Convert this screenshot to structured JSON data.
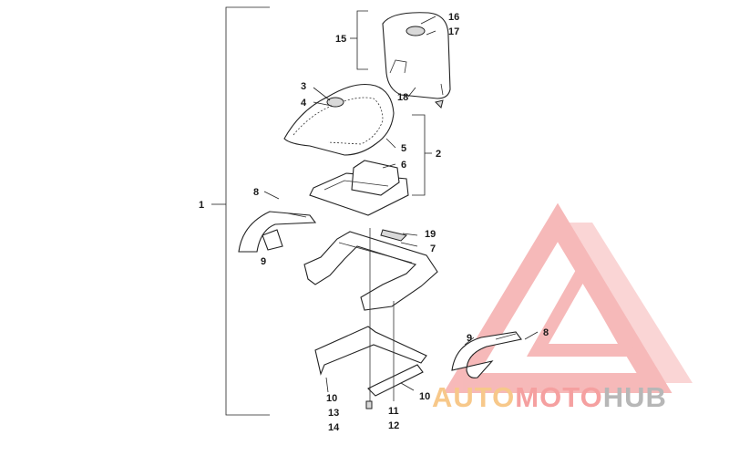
{
  "callouts": [
    {
      "id": "c1",
      "text": "1"
    },
    {
      "id": "c2",
      "text": "2"
    },
    {
      "id": "c3",
      "text": "3"
    },
    {
      "id": "c4",
      "text": "4"
    },
    {
      "id": "c5",
      "text": "5"
    },
    {
      "id": "c6",
      "text": "6"
    },
    {
      "id": "c7",
      "text": "7"
    },
    {
      "id": "c8a",
      "text": "8"
    },
    {
      "id": "c8b",
      "text": "8"
    },
    {
      "id": "c9a",
      "text": "9"
    },
    {
      "id": "c9b",
      "text": "9"
    },
    {
      "id": "c10a",
      "text": "10"
    },
    {
      "id": "c10b",
      "text": "10"
    },
    {
      "id": "c11",
      "text": "11"
    },
    {
      "id": "c12",
      "text": "12"
    },
    {
      "id": "c13",
      "text": "13"
    },
    {
      "id": "c14",
      "text": "14"
    },
    {
      "id": "c15",
      "text": "15"
    },
    {
      "id": "c16",
      "text": "16"
    },
    {
      "id": "c17",
      "text": "17"
    },
    {
      "id": "c18",
      "text": "18"
    },
    {
      "id": "c19",
      "text": "19"
    }
  ],
  "watermark": {
    "part1": "AUTO",
    "part2": "MOTO",
    "part3": "HUB",
    "color_primary": "#f5a0a0",
    "color_accent": "#f7c88a",
    "color_dark": "#b7b7b7"
  }
}
